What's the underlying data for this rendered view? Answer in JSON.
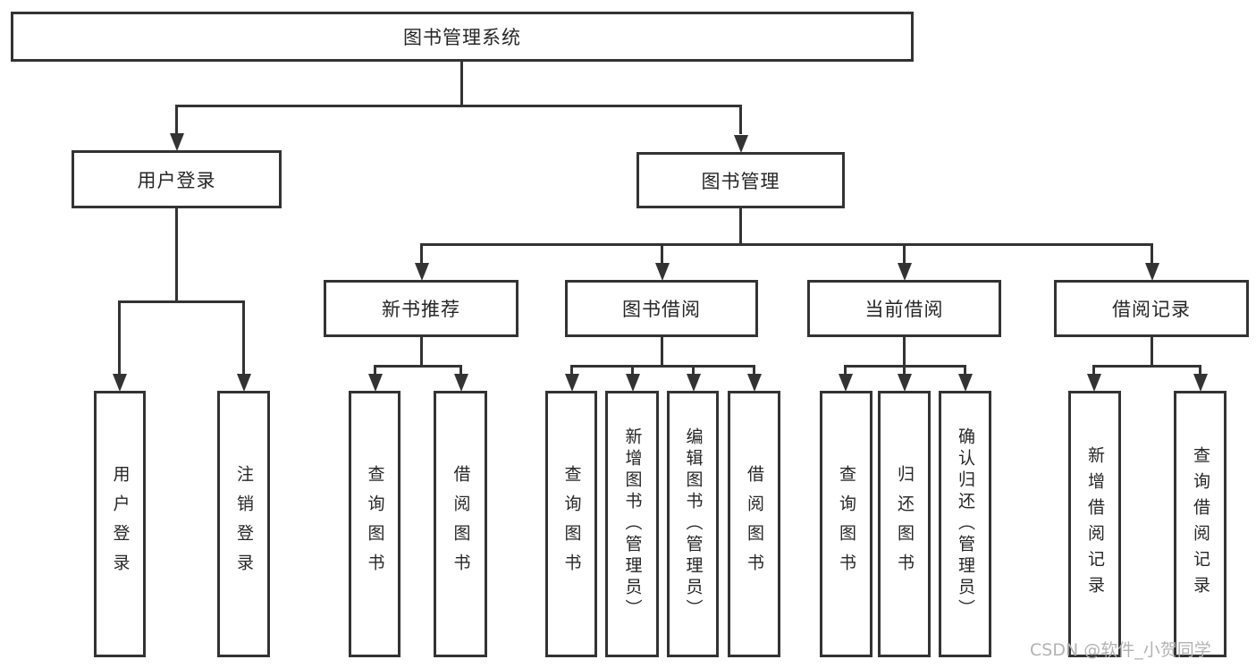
{
  "diagram": {
    "title": "图书管理系统",
    "branches": [
      {
        "label": "用户登录",
        "children": [
          "用户登录",
          "注销登录"
        ]
      },
      {
        "label": "图书管理",
        "children": [
          {
            "label": "新书推荐",
            "children": [
              "查询图书",
              "借阅图书"
            ]
          },
          {
            "label": "图书借阅",
            "children": [
              "查询图书",
              "新增图书（管理员）",
              "编辑图书（管理员）",
              "借阅图书"
            ]
          },
          {
            "label": "当前借阅",
            "children": [
              "查询图书",
              "归还图书",
              "确认归还（管理员）"
            ]
          },
          {
            "label": "借阅记录",
            "children": [
              "新增借阅记录",
              "查询借阅记录"
            ]
          }
        ]
      }
    ]
  },
  "watermark": "CSDN @软件_小贺同学",
  "colors": {
    "line": "#333333",
    "node_border": "#333333",
    "node_fill": "#ffffff",
    "text": "#262626",
    "watermark": "#b2b2b2",
    "background": "#ffffff"
  }
}
